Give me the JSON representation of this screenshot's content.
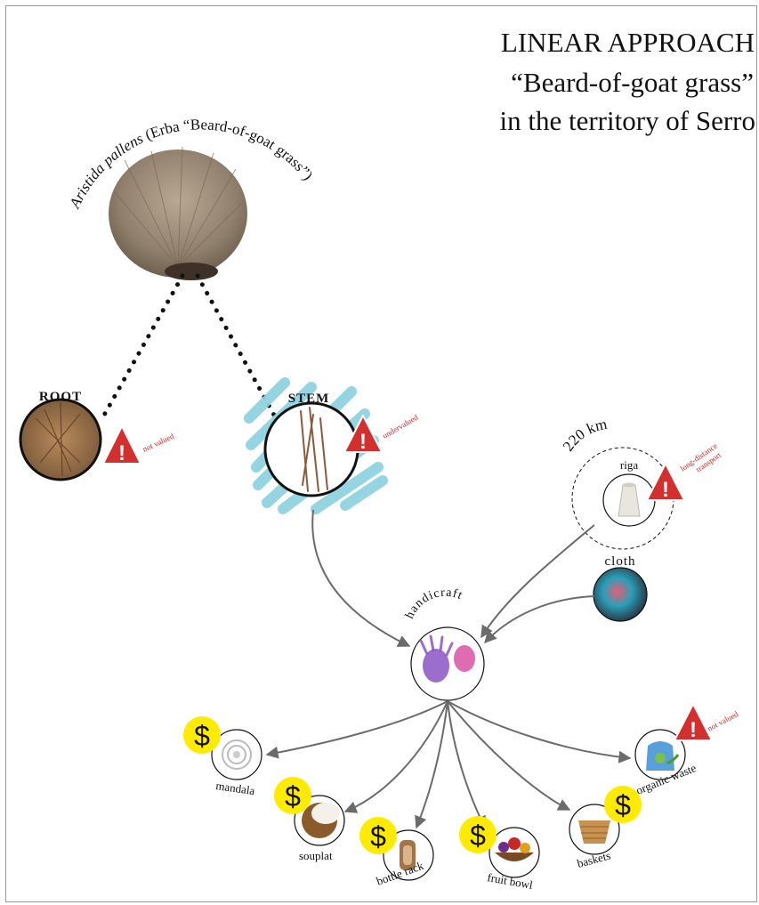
{
  "title": {
    "line1": "LINEAR APPROACH",
    "line2": "“Beard-of-goat grass”",
    "line3": "in the territory of Serro"
  },
  "species": {
    "scientific_name": "Aristida pallens",
    "common_name_prefix": " (Erba ",
    "common_name": "“Beard-of-goat grass”)"
  },
  "plant_parts": {
    "root": {
      "label": "ROOT",
      "warning": "not valued"
    },
    "stem": {
      "label": "STEM",
      "warning": "undervalued"
    }
  },
  "inputs": {
    "riga": {
      "label": "riga",
      "distance": "220 km",
      "warning": "long-distance transport"
    },
    "cloth": {
      "label": "cloth"
    }
  },
  "hub": {
    "label": "handicraft"
  },
  "products": {
    "mandala": {
      "label": "mandala"
    },
    "souplat": {
      "label": "souplat"
    },
    "bottle_rack": {
      "label": "bottle rack"
    },
    "fruit_bowl": {
      "label": "fruit bowl"
    },
    "baskets": {
      "label": "baskets"
    },
    "organic_waste": {
      "label": "organic waste",
      "warning": "not valued"
    }
  },
  "icons": {
    "money": "$",
    "warning": "!"
  },
  "colors": {
    "warning_red": "#d32f2f",
    "money_yellow": "#ffeb00",
    "stem_hatch": "#8fd3e0",
    "arrow_gray": "#6b6b6b"
  }
}
